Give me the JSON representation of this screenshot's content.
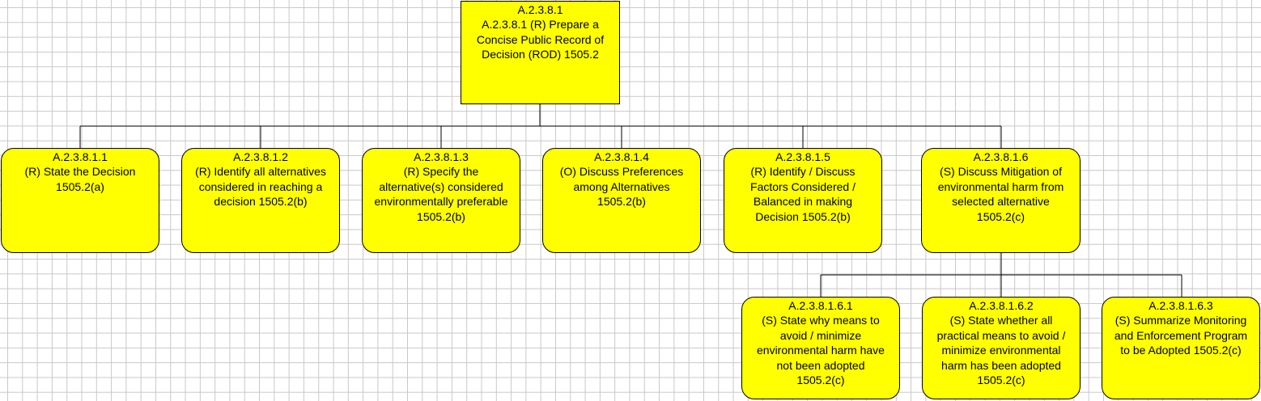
{
  "diagram": {
    "root": {
      "id": "A.2.3.8.1",
      "text": "A.2.3.8.1 (R) Prepare a\nConcise Public Record of\nDecision (ROD) 1505.2"
    },
    "children": [
      {
        "id": "A.2.3.8.1.1",
        "text": "(R) State the Decision\n1505.2(a)"
      },
      {
        "id": "A.2.3.8.1.2",
        "text": "(R) Identify all alternatives\nconsidered in reaching a\ndecision 1505.2(b)"
      },
      {
        "id": "A.2.3.8.1.3",
        "text": "(R) Specify the\nalternative(s) considered\nenvironmentally preferable\n1505.2(b)"
      },
      {
        "id": "A.2.3.8.1.4",
        "text": "(O) Discuss Preferences\namong Alternatives\n1505.2(b)"
      },
      {
        "id": "A.2.3.8.1.5",
        "text": "(R) Identify / Discuss\nFactors Considered /\nBalanced in making\nDecision 1505.2(b)"
      },
      {
        "id": "A.2.3.8.1.6",
        "text": "(S) Discuss Mitigation of\nenvironmental harm from\nselected alternative\n1505.2(c)"
      }
    ],
    "grandchildren": [
      {
        "id": "A.2.3.8.1.6.1",
        "text": "(S) State why means to\navoid / minimize\nenvironmental harm have\nnot  been adopted\n1505.2(c)"
      },
      {
        "id": "A.2.3.8.1.6.2",
        "text": "(S) State whether all\npractical means to avoid /\nminimize environmental\nharm has been adopted\n1505.2(c)"
      },
      {
        "id": "A.2.3.8.1.6.3",
        "text": "(S) Summarize Monitoring\nand Enforcement Program\nto be Adopted 1505.2(c)"
      }
    ]
  }
}
